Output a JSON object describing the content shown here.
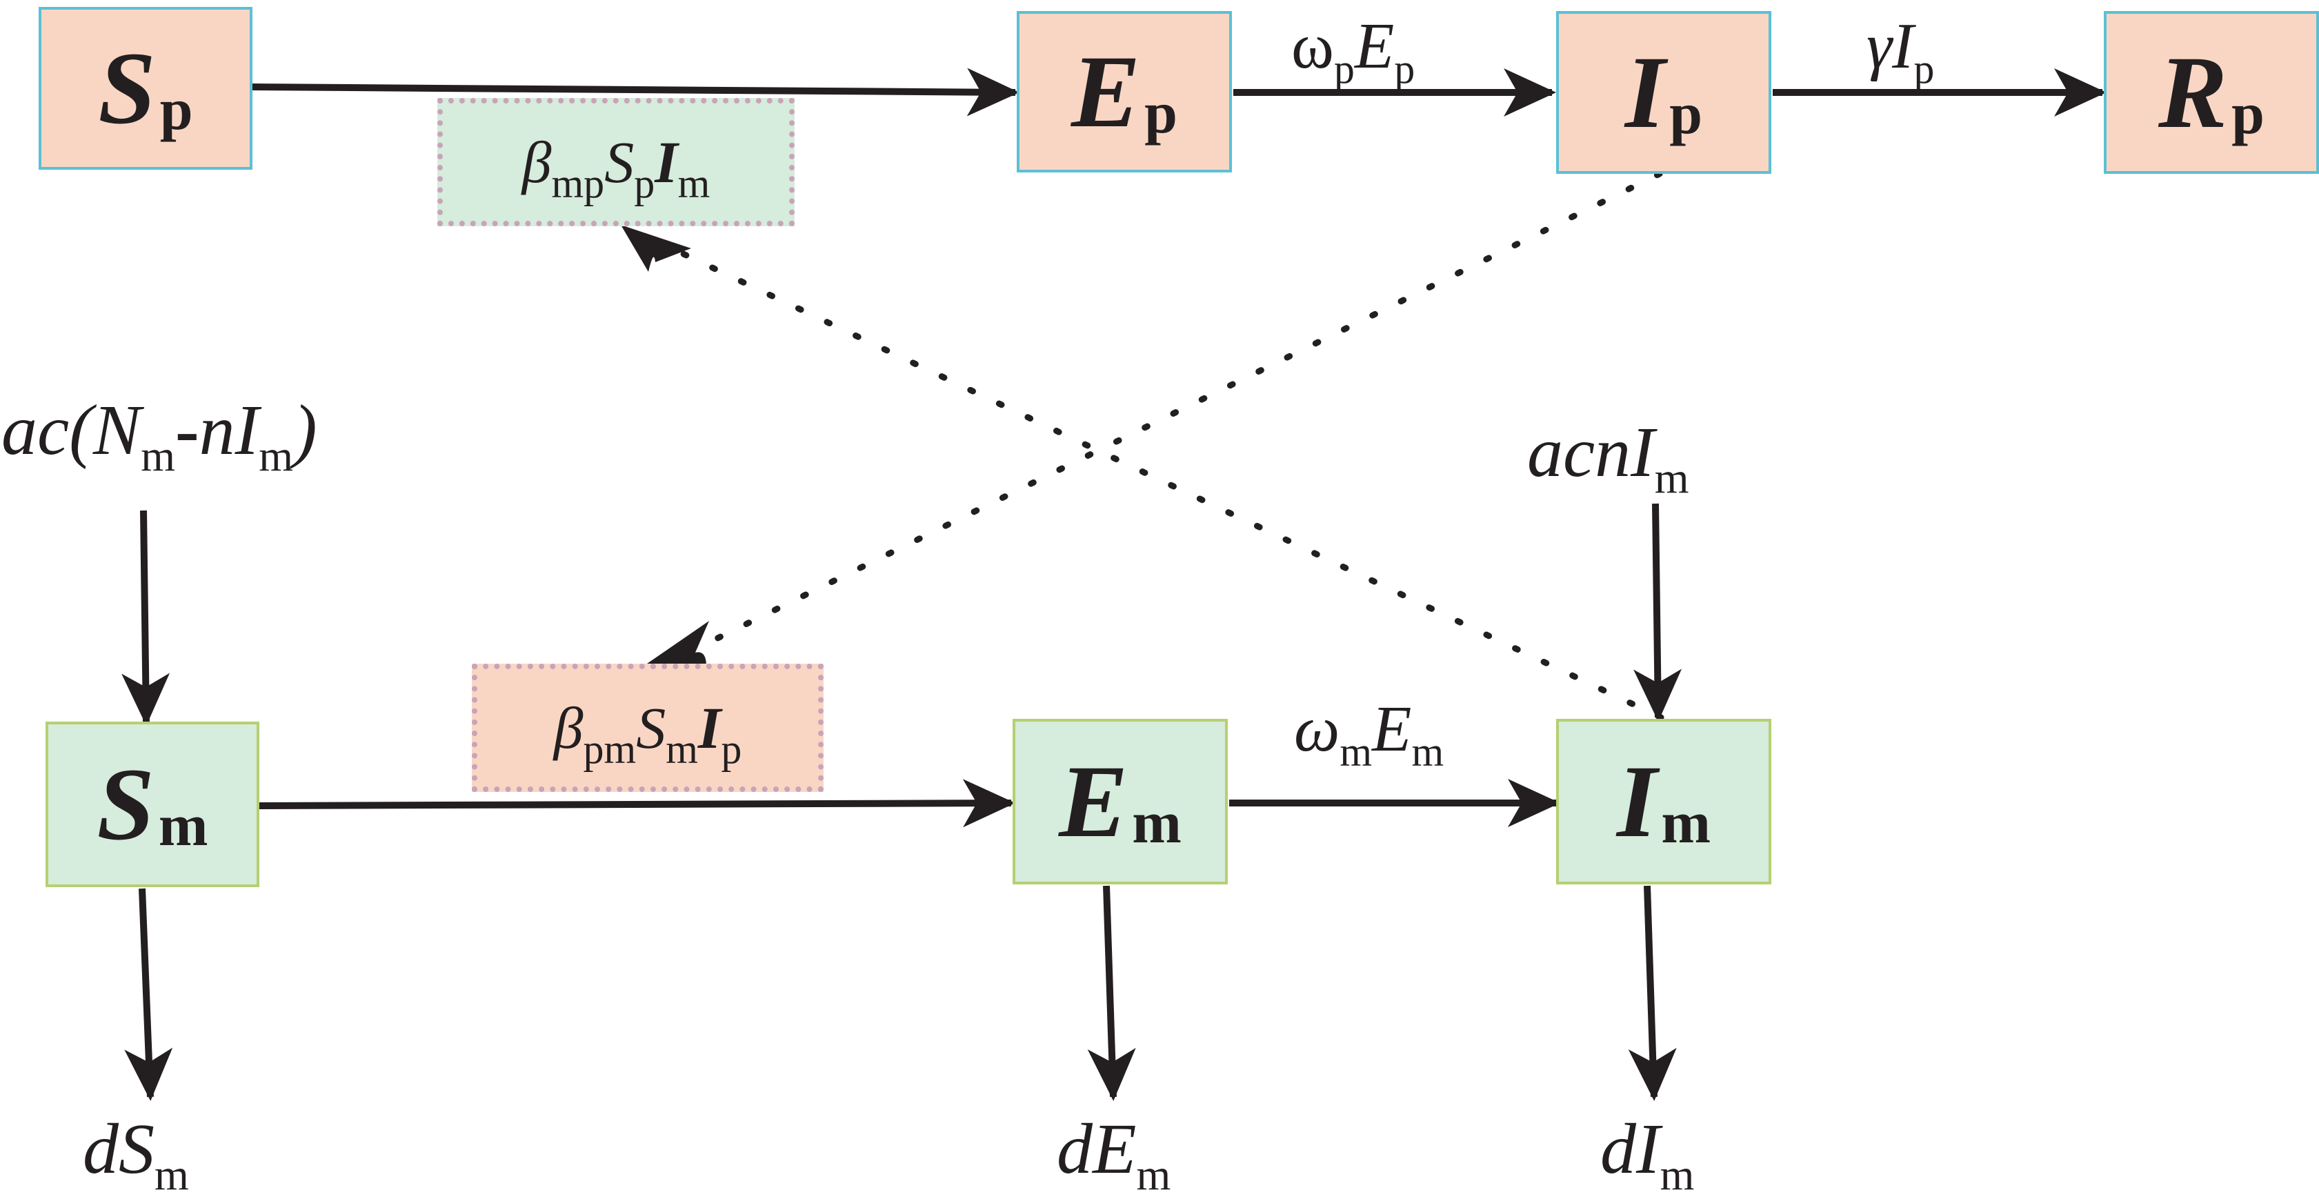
{
  "nodes": {
    "sp": {
      "main": "S",
      "sub": "p"
    },
    "ep": {
      "main": "E",
      "sub": "p"
    },
    "ip": {
      "main": "I",
      "sub": "p"
    },
    "rp": {
      "main": "R",
      "sub": "p"
    },
    "sm": {
      "main": "S",
      "sub": "m"
    },
    "em": {
      "main": "E",
      "sub": "m"
    },
    "im": {
      "main": "I",
      "sub": "m"
    }
  },
  "rates": {
    "omega_p": {
      "sym": "ω",
      "sub1": "p",
      "var": "E",
      "sub2": "p"
    },
    "gamma_ip": {
      "sym": "γ",
      "var": "I",
      "sub": "p"
    },
    "omega_m": {
      "sym": "ω",
      "sub1": "m",
      "var": "E",
      "sub2": "m"
    },
    "beta_mp": {
      "sym": "β",
      "sub1": "mp",
      "var1": "S",
      "sub2": "p",
      "var2": "I",
      "sub3": "m"
    },
    "beta_pm": {
      "sym": "β",
      "sub1": "pm",
      "var1": "S",
      "sub2": "m",
      "var2": "I",
      "sub3": "p"
    },
    "birth_s": {
      "a": "ac",
      "open": "(",
      "n": "N",
      "nsub": "m",
      "minus": "-",
      "ni": "nI",
      "isub": "m",
      "close": ")"
    },
    "birth_i": {
      "a": "acnI",
      "sub": "m"
    },
    "death_s": {
      "var": "dS",
      "sub": "m"
    },
    "death_e": {
      "var": "dE",
      "sub": "m"
    },
    "death_i": {
      "var": "dI",
      "sub": "m"
    }
  },
  "colors": {
    "human_fill": "#f9d6c4",
    "human_border": "#5bc0d6",
    "mosquito_fill": "#d6ecdd",
    "mosquito_border": "#b6cf72",
    "arrow": "#231f20",
    "dotted_border": "#c9a4b8"
  }
}
